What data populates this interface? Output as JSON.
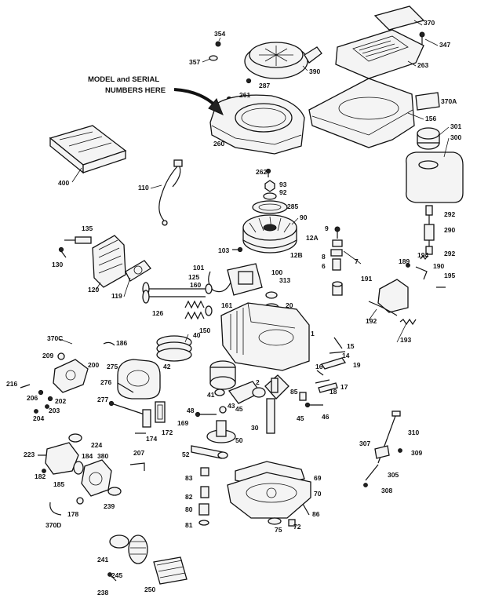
{
  "callout": {
    "line1": "MODEL and SERIAL",
    "line2": "NUMBERS HERE"
  },
  "parts": [
    {
      "id": "p354",
      "label": "354"
    },
    {
      "id": "p357",
      "label": "357"
    },
    {
      "id": "p390",
      "label": "390"
    },
    {
      "id": "p287",
      "label": "287"
    },
    {
      "id": "p261",
      "label": "261"
    },
    {
      "id": "p260",
      "label": "260"
    },
    {
      "id": "p370",
      "label": "370"
    },
    {
      "id": "p347",
      "label": "347"
    },
    {
      "id": "p263",
      "label": "263"
    },
    {
      "id": "p370A",
      "label": "370A"
    },
    {
      "id": "p156",
      "label": "156"
    },
    {
      "id": "p301",
      "label": "301"
    },
    {
      "id": "p300",
      "label": "300"
    },
    {
      "id": "p400",
      "label": "400"
    },
    {
      "id": "p262",
      "label": "262"
    },
    {
      "id": "p110",
      "label": "110"
    },
    {
      "id": "p93",
      "label": "93"
    },
    {
      "id": "p92",
      "label": "92"
    },
    {
      "id": "p285",
      "label": "285"
    },
    {
      "id": "p292a",
      "label": "292"
    },
    {
      "id": "p290",
      "label": "290"
    },
    {
      "id": "p292b",
      "label": "292"
    },
    {
      "id": "p135",
      "label": "135"
    },
    {
      "id": "p130",
      "label": "130"
    },
    {
      "id": "p90",
      "label": "90"
    },
    {
      "id": "p9",
      "label": "9"
    },
    {
      "id": "p12A",
      "label": "12A"
    },
    {
      "id": "p103",
      "label": "103"
    },
    {
      "id": "p12B",
      "label": "12B"
    },
    {
      "id": "p8",
      "label": "8"
    },
    {
      "id": "p6",
      "label": "6"
    },
    {
      "id": "p7",
      "label": "7"
    },
    {
      "id": "p101",
      "label": "101"
    },
    {
      "id": "p100",
      "label": "100"
    },
    {
      "id": "p125",
      "label": "125"
    },
    {
      "id": "p189",
      "label": "189"
    },
    {
      "id": "p194",
      "label": "194"
    },
    {
      "id": "p190",
      "label": "190"
    },
    {
      "id": "p191",
      "label": "191"
    },
    {
      "id": "p195",
      "label": "195"
    },
    {
      "id": "p120",
      "label": "120"
    },
    {
      "id": "p119",
      "label": "119"
    },
    {
      "id": "p160",
      "label": "160"
    },
    {
      "id": "p313",
      "label": "313"
    },
    {
      "id": "p20",
      "label": "20"
    },
    {
      "id": "p126",
      "label": "126"
    },
    {
      "id": "p161",
      "label": "161"
    },
    {
      "id": "p150",
      "label": "150"
    },
    {
      "id": "p40",
      "label": "40"
    },
    {
      "id": "p192",
      "label": "192"
    },
    {
      "id": "p193",
      "label": "193"
    },
    {
      "id": "p370C",
      "label": "370C"
    },
    {
      "id": "p186",
      "label": "186"
    },
    {
      "id": "p1",
      "label": "1"
    },
    {
      "id": "p15",
      "label": "15"
    },
    {
      "id": "p14",
      "label": "14"
    },
    {
      "id": "p42",
      "label": "42"
    },
    {
      "id": "p209",
      "label": "209"
    },
    {
      "id": "p200",
      "label": "200"
    },
    {
      "id": "p275",
      "label": "275"
    },
    {
      "id": "p19",
      "label": "19"
    },
    {
      "id": "p16",
      "label": "16"
    },
    {
      "id": "p216",
      "label": "216"
    },
    {
      "id": "p276",
      "label": "276"
    },
    {
      "id": "p206",
      "label": "206"
    },
    {
      "id": "p202",
      "label": "202"
    },
    {
      "id": "p203",
      "label": "203"
    },
    {
      "id": "p204",
      "label": "204"
    },
    {
      "id": "p2",
      "label": "2"
    },
    {
      "id": "p41",
      "label": "41"
    },
    {
      "id": "p85",
      "label": "85"
    },
    {
      "id": "p18",
      "label": "18"
    },
    {
      "id": "p17",
      "label": "17"
    },
    {
      "id": "p277",
      "label": "277"
    },
    {
      "id": "p43",
      "label": "43"
    },
    {
      "id": "p45a",
      "label": "45"
    },
    {
      "id": "p45b",
      "label": "45"
    },
    {
      "id": "p46",
      "label": "46"
    },
    {
      "id": "p48",
      "label": "48"
    },
    {
      "id": "p172",
      "label": "172"
    },
    {
      "id": "p169",
      "label": "169"
    },
    {
      "id": "p174",
      "label": "174"
    },
    {
      "id": "p30",
      "label": "30"
    },
    {
      "id": "p310",
      "label": "310"
    },
    {
      "id": "p224",
      "label": "224"
    },
    {
      "id": "p50",
      "label": "50"
    },
    {
      "id": "p307",
      "label": "307"
    },
    {
      "id": "p309",
      "label": "309"
    },
    {
      "id": "p223",
      "label": "223"
    },
    {
      "id": "p52",
      "label": "52"
    },
    {
      "id": "p207",
      "label": "207"
    },
    {
      "id": "p184",
      "label": "184"
    },
    {
      "id": "p380",
      "label": "380"
    },
    {
      "id": "p182",
      "label": "182"
    },
    {
      "id": "p185",
      "label": "185"
    },
    {
      "id": "p83",
      "label": "83"
    },
    {
      "id": "p69",
      "label": "69"
    },
    {
      "id": "p305",
      "label": "305"
    },
    {
      "id": "p308",
      "label": "308"
    },
    {
      "id": "p70",
      "label": "70"
    },
    {
      "id": "p82",
      "label": "82"
    },
    {
      "id": "p178",
      "label": "178"
    },
    {
      "id": "p239",
      "label": "239"
    },
    {
      "id": "p80",
      "label": "80"
    },
    {
      "id": "p86",
      "label": "86"
    },
    {
      "id": "p370D",
      "label": "370D"
    },
    {
      "id": "p81",
      "label": "81"
    },
    {
      "id": "p75",
      "label": "75"
    },
    {
      "id": "p72",
      "label": "72"
    },
    {
      "id": "p241",
      "label": "241"
    },
    {
      "id": "p245",
      "label": "245"
    },
    {
      "id": "p250",
      "label": "250"
    },
    {
      "id": "p238",
      "label": "238"
    }
  ]
}
